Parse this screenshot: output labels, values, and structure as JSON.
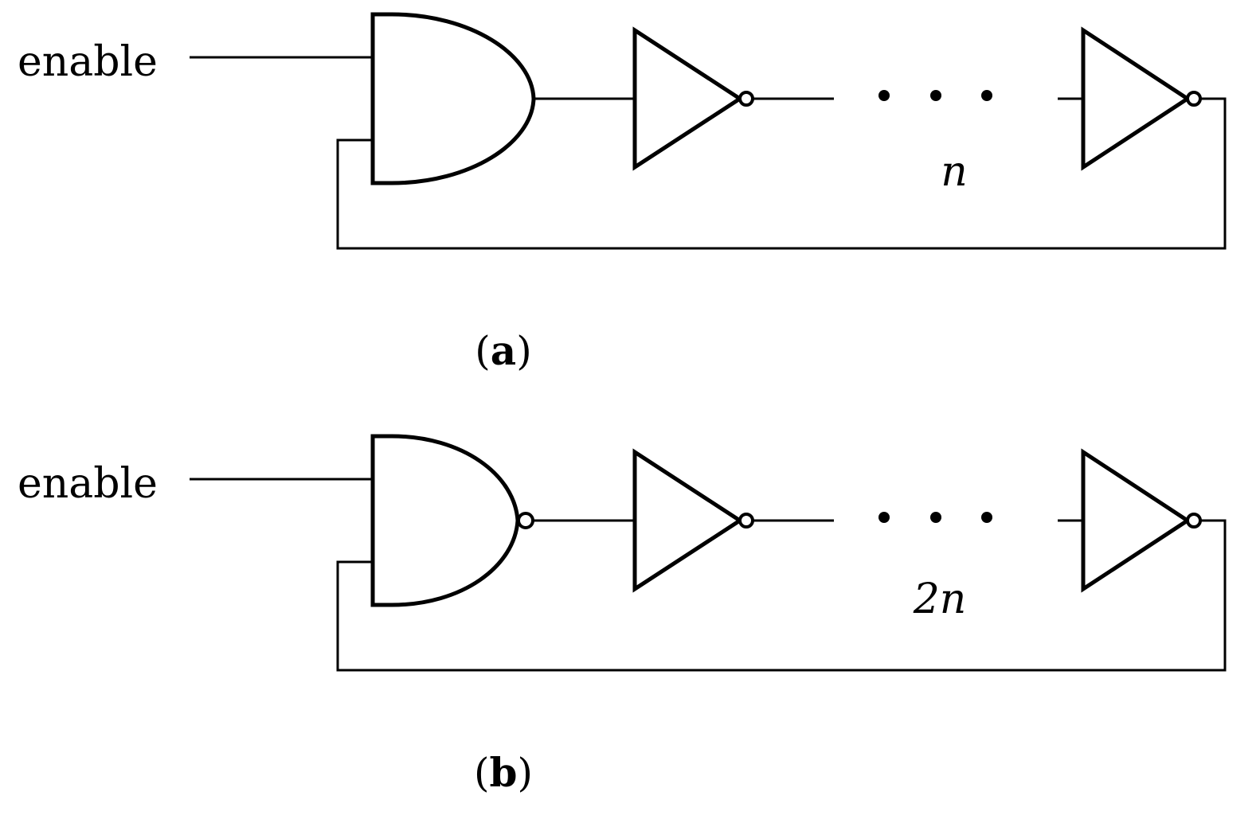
{
  "colors": {
    "stroke": "#000000",
    "background": "#ffffff"
  },
  "panels": [
    {
      "id": "a",
      "input_label": "enable",
      "gate_type": "AND",
      "stage_label": "n",
      "caption_open": "(",
      "caption_letter": "a",
      "caption_close": ")"
    },
    {
      "id": "b",
      "input_label": "enable",
      "gate_type": "NAND",
      "stage_label": "2n",
      "caption_open": "(",
      "caption_letter": "b",
      "caption_close": ")"
    }
  ]
}
